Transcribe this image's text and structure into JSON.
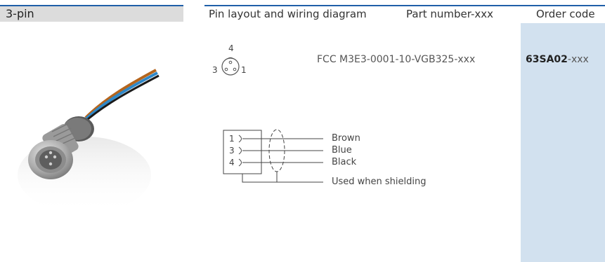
{
  "left_header": "3-pin",
  "headers": {
    "pin_layout": "Pin layout and wiring diagram",
    "part_number": "Part number-xxx",
    "order_code": "Order code"
  },
  "pin_face": {
    "top": "4",
    "left": "3",
    "right": "1"
  },
  "row": {
    "part_number": "FCC M3E3-0001-10-VGB325-xxx",
    "order_code_bold": "63SA02",
    "order_code_suffix": "-xxx"
  },
  "wiring": {
    "pins": [
      "1",
      "3",
      "4"
    ],
    "wires": [
      "Brown",
      "Blue",
      "Black"
    ],
    "shield_label": "Used when shielding"
  },
  "colors": {
    "accent_rule": "#1f5fa8",
    "order_column": "#d2e1ef",
    "header_grey": "#dcdcdc"
  }
}
